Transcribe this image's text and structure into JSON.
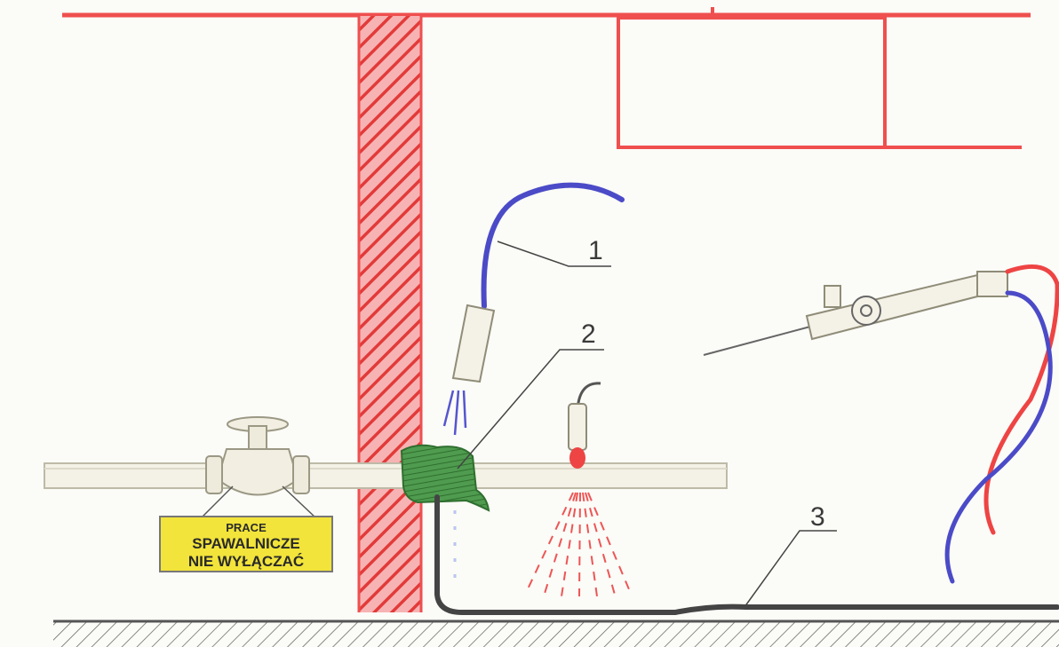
{
  "sign": {
    "line1": "PRACE",
    "line2": "SPAWALNICZE",
    "line3": "NIE WYŁĄCZAĆ"
  },
  "callouts": [
    {
      "id": "1",
      "label": "1"
    },
    {
      "id": "2",
      "label": "2"
    },
    {
      "id": "3",
      "label": "3"
    }
  ],
  "colors": {
    "structure": "#ef4f4f",
    "wall_hatch": "#e23a3a",
    "oxygen_hose": "#4b4bc8",
    "acetylene_hose": "#ee4444",
    "wet_cloth": "#3e8a3e",
    "sign_bg": "#f2e43a",
    "pipe": "#f4f1e6",
    "ground": "#555555"
  }
}
